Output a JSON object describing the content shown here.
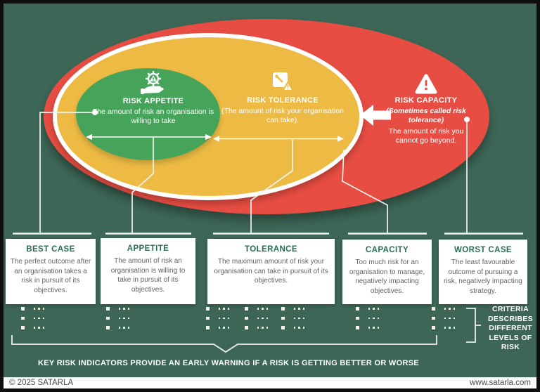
{
  "ellipses": {
    "appetite": {
      "title": "RISK APPETITE",
      "body": "The amount of risk an organisation is willing to take",
      "icon": "hand-gear-warning-icon"
    },
    "tolerance": {
      "title": "RISK TOLERANCE",
      "body": "(The amount of risk your organisation can take).",
      "icon": "gauge-warning-icon"
    },
    "capacity": {
      "title": "RISK CAPACITY",
      "subtitle": "(Sometimes called risk tolerance)",
      "body": "The amount of risk you cannot go beyond.",
      "icon": "warning-triangle-icon"
    }
  },
  "cards": [
    {
      "title": "BEST CASE",
      "body": "The perfect outcome after an organisation takes a risk in pursuit of its objectives."
    },
    {
      "title": "APPETITE",
      "body": "The amount of risk an organisation is willing to take in pursuit of its objectives."
    },
    {
      "title": "TOLERANCE",
      "body": "The maximum amount of risk your organisation can take in pursuit of its objectives."
    },
    {
      "title": "CAPACITY",
      "body": "Too much risk for an organisation to manage, negatively impacting objectives."
    },
    {
      "title": "WORST CASE",
      "body": "The least favourable outcome of pursuing a risk, negatively impacting strategy."
    }
  ],
  "notes": {
    "criteria": "CRITERIA DESCRIBES DIFFERENT LEVELS OF RISK",
    "kri": "KEY RISK INDICATORS PROVIDE AN EARLY WARNING  IF A RISK IS GETTING BETTER OR WORSE"
  },
  "kri_placeholders": {
    "columns_x": [
      25,
      146,
      288,
      343,
      395,
      501,
      609
    ],
    "rows": 3
  },
  "footer": {
    "copyright": "© 2025 SATARLA",
    "website": "www.satarla.com"
  },
  "colors": {
    "background": "#3d6656",
    "capacity_red": "#e74d42",
    "tolerance_yellow": "#edbb44",
    "appetite_green": "#46a45a",
    "card_title_green": "#286e52",
    "frame_black": "#0f0f0f",
    "white": "#ffffff"
  }
}
